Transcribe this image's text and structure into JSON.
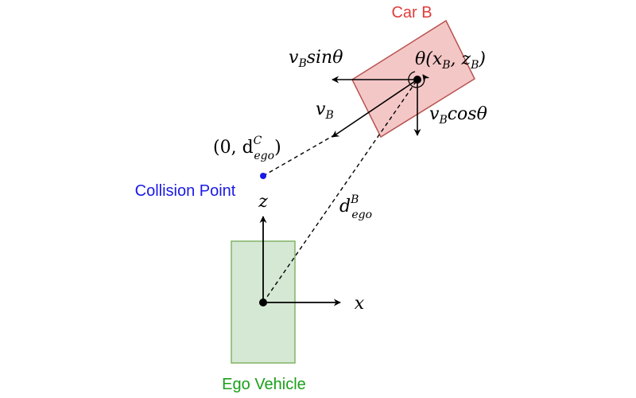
{
  "labels": {
    "car_b": "Car B",
    "collision_point": "Collision Point",
    "ego_vehicle": "Ego Vehicle",
    "z_axis": "z",
    "x_axis": "x",
    "v_b": "v",
    "v_b_sub": "B",
    "v_b_sin": "v",
    "v_b_sin_sub": "B",
    "v_b_sin_rest": "sinθ",
    "v_b_cos": "v",
    "v_b_cos_sub": "B",
    "v_b_cos_rest": "cosθ",
    "theta_pos_open": "θ(x",
    "theta_pos_sub1": "B",
    "theta_pos_mid": ", z",
    "theta_pos_sub2": "B",
    "theta_pos_close": ")",
    "collision_coord_open": "(0, d",
    "collision_coord_sup": "C",
    "collision_coord_sub": "ego",
    "collision_coord_close": ")",
    "d_ego_b": "d",
    "d_ego_b_sup": "B",
    "d_ego_b_sub": "ego"
  },
  "colors": {
    "car_b_fill": "#f4c7c7",
    "car_b_stroke": "#b85450",
    "car_b_label": "#e03c3c",
    "ego_fill": "#d5e8d4",
    "ego_stroke": "#82b366",
    "ego_label": "#1aa01a",
    "collision_label": "#1a1ae6",
    "collision_dot": "#1a1ae6",
    "ink": "#000000"
  }
}
